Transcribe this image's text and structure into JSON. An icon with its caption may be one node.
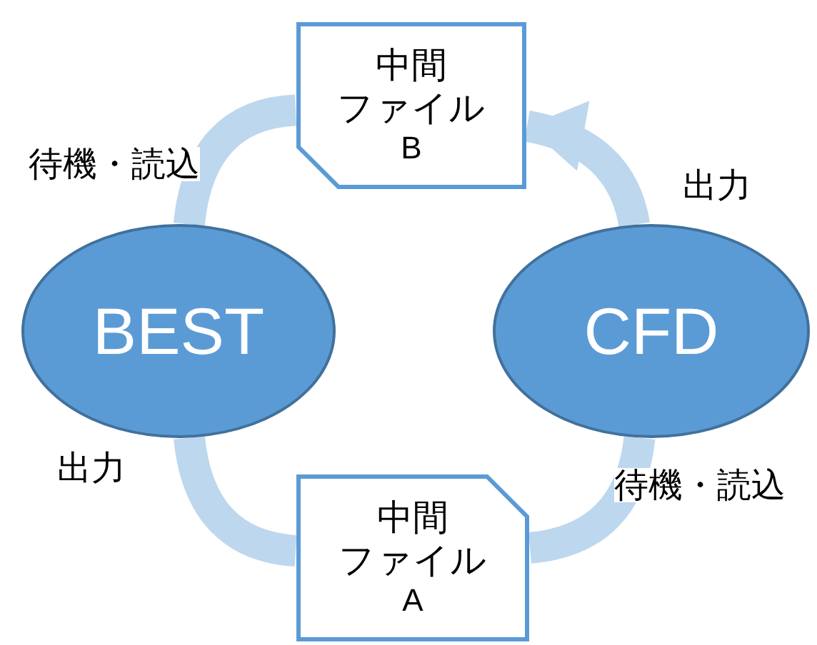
{
  "diagram": {
    "nodes": [
      {
        "text": [
          "中間",
          "ファイル",
          "B"
        ]
      },
      {
        "text": [
          "BEST"
        ]
      },
      {
        "text": [
          "CFD"
        ]
      },
      {
        "text": [
          "中間",
          "ファイル",
          "A"
        ]
      }
    ],
    "edges": [
      {
        "from": 2,
        "to": 0,
        "arrow": "to",
        "label": "出力"
      },
      {
        "from": 0,
        "to": 1,
        "arrow": "none",
        "label": "待機・読込"
      },
      {
        "from": 1,
        "to": 3,
        "arrow": "none",
        "label": "出力"
      },
      {
        "from": 3,
        "to": 2,
        "arrow": "none",
        "label": "待機・読込"
      }
    ]
  }
}
